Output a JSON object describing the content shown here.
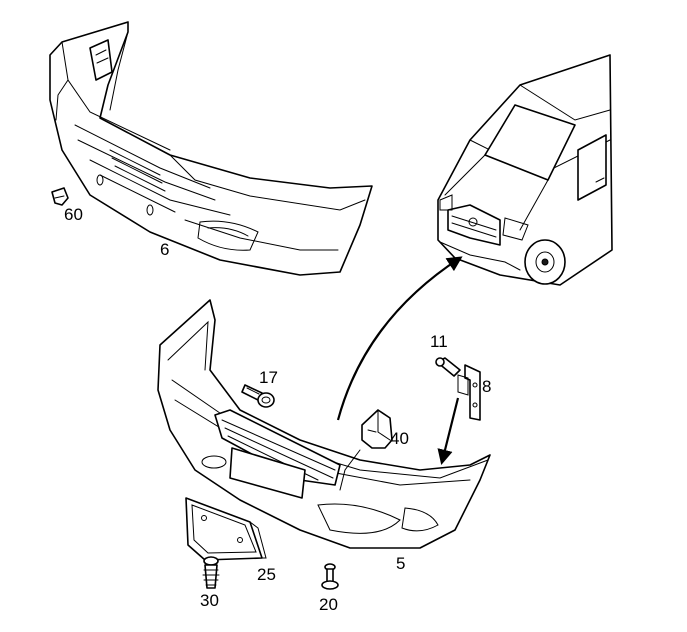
{
  "callouts": {
    "c60": "60",
    "c6": "6",
    "c17": "17",
    "c11": "11",
    "c8": "8",
    "c40": "40",
    "c25": "25",
    "c30": "30",
    "c20": "20",
    "c5": "5"
  },
  "colors": {
    "line": "#000000",
    "background": "#ffffff"
  }
}
